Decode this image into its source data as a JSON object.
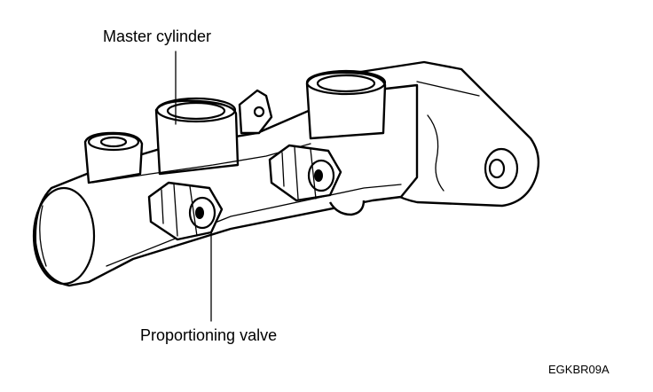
{
  "labels": {
    "master_cylinder": "Master cylinder",
    "proportioning_valve": "Proportioning valve",
    "figure_code": "EGKBR09A"
  },
  "colors": {
    "line": "#000000",
    "background": "#ffffff"
  }
}
